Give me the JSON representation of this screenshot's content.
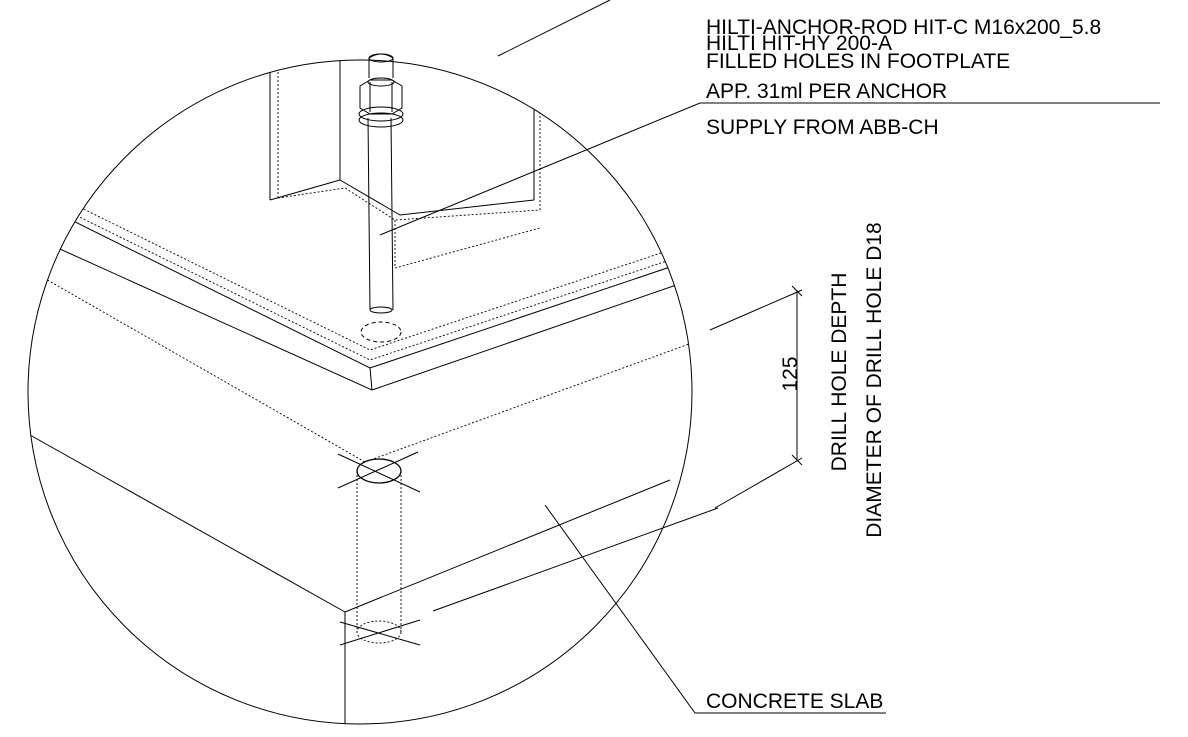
{
  "drawing": {
    "labels": {
      "anchor_rod": "HILTI-ANCHOR-ROD HIT-C M16x200_5.8",
      "adhesive": "HILTI HIT-HY 200-A",
      "filled_holes": "FILLED HOLES IN FOOTPLATE",
      "volume": "APP. 31ml PER ANCHOR",
      "supply": "SUPPLY FROM ABB-CH",
      "drill_depth": "DRILL HOLE DEPTH",
      "drill_diameter": "DIAMETER OF DRILL HOLE D18",
      "dimension_value": "125",
      "concrete": "CONCRETE SLAB"
    },
    "colors": {
      "line": "#000000",
      "background": "#ffffff"
    }
  }
}
